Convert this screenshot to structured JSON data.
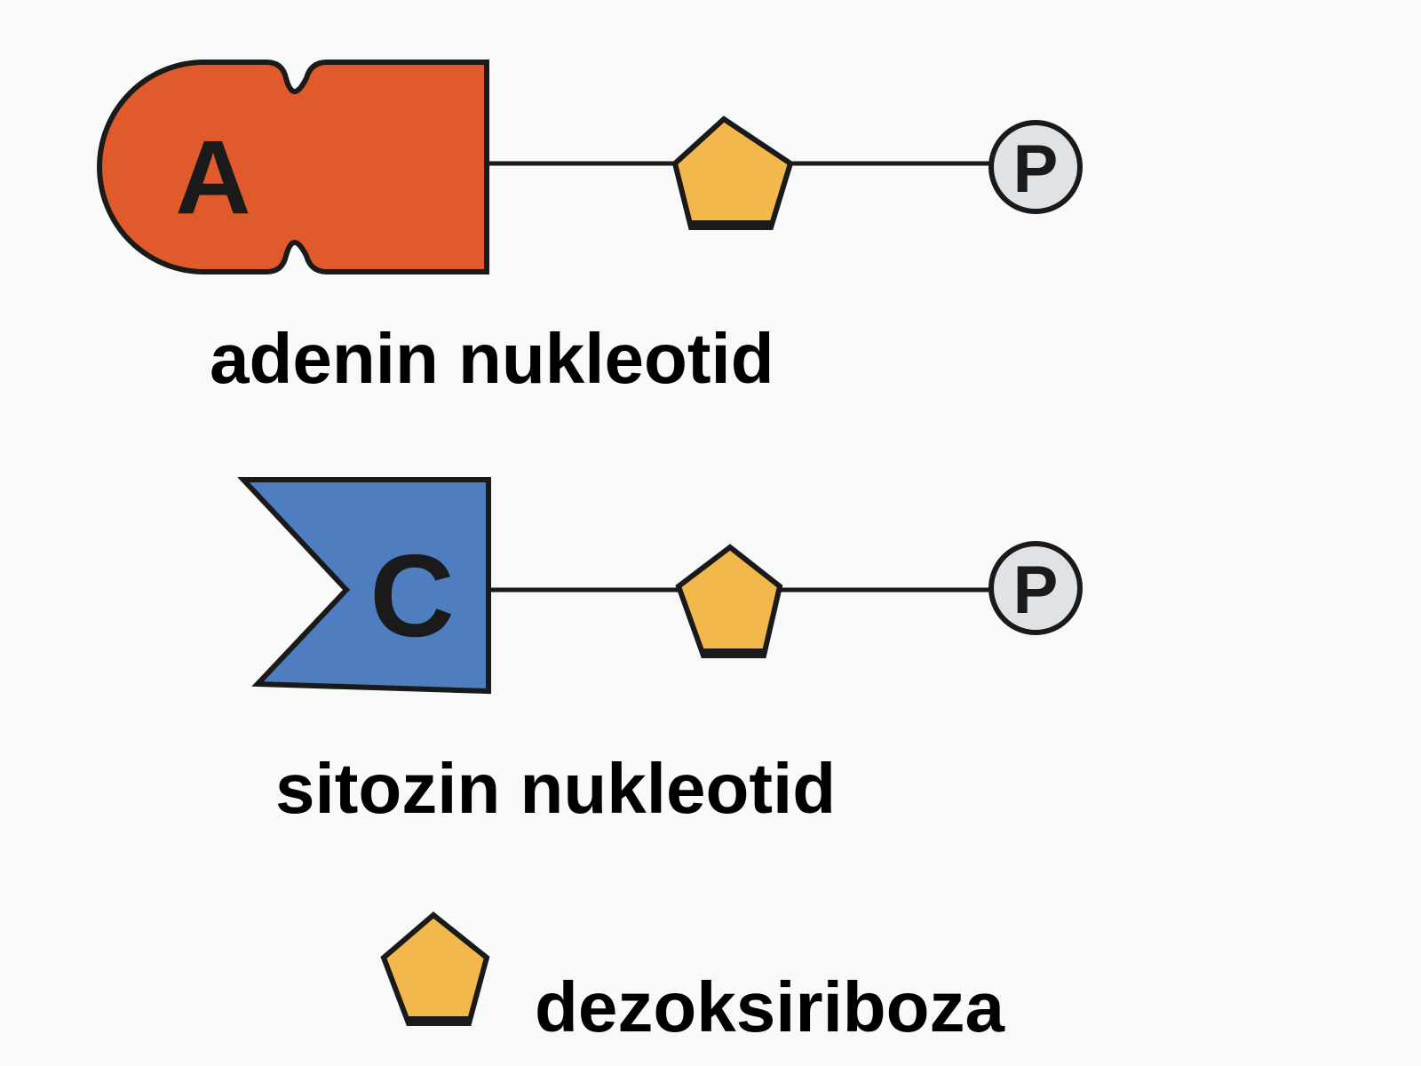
{
  "nucleotides": [
    {
      "base_letter": "A",
      "phosphate_letter": "P",
      "label": "adenin nukleotid",
      "base_color": "#e05a2b"
    },
    {
      "base_letter": "C",
      "phosphate_letter": "P",
      "label": "sitozin nukleotid",
      "base_color": "#4f7ec0"
    }
  ],
  "legend": {
    "label": "dezoksiriboza"
  },
  "colors": {
    "sugar": "#f2b84b",
    "phosphate": "#dfe3e6",
    "outline": "#1a1a1a"
  }
}
